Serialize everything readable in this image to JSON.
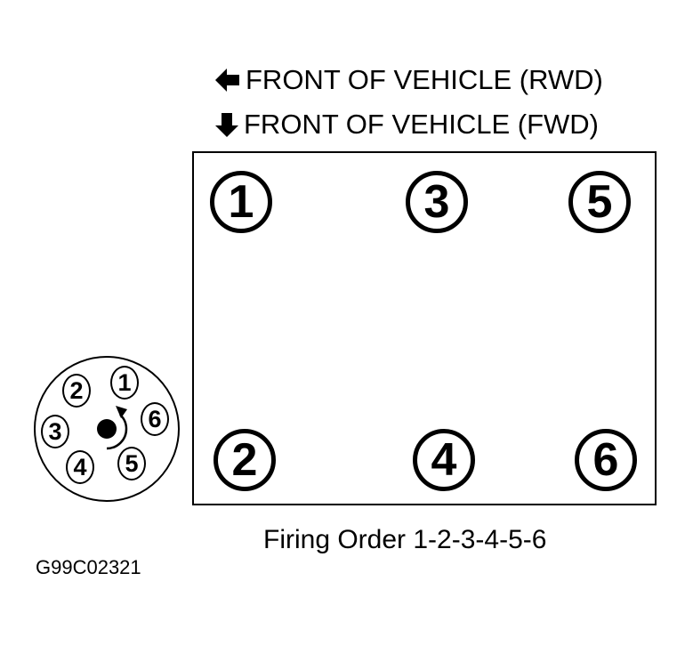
{
  "direction": {
    "rwd_label": "FRONT OF VEHICLE (RWD)",
    "fwd_label": "FRONT OF VEHICLE (FWD)"
  },
  "cylinders": {
    "c1": "1",
    "c2": "2",
    "c3": "3",
    "c4": "4",
    "c5": "5",
    "c6": "6"
  },
  "distributor": {
    "t1": "1",
    "t2": "2",
    "t3": "3",
    "t4": "4",
    "t5": "5",
    "t6": "6"
  },
  "firing_order": "Firing Order 1-2-3-4-5-6",
  "figure_id": "G99C02321"
}
